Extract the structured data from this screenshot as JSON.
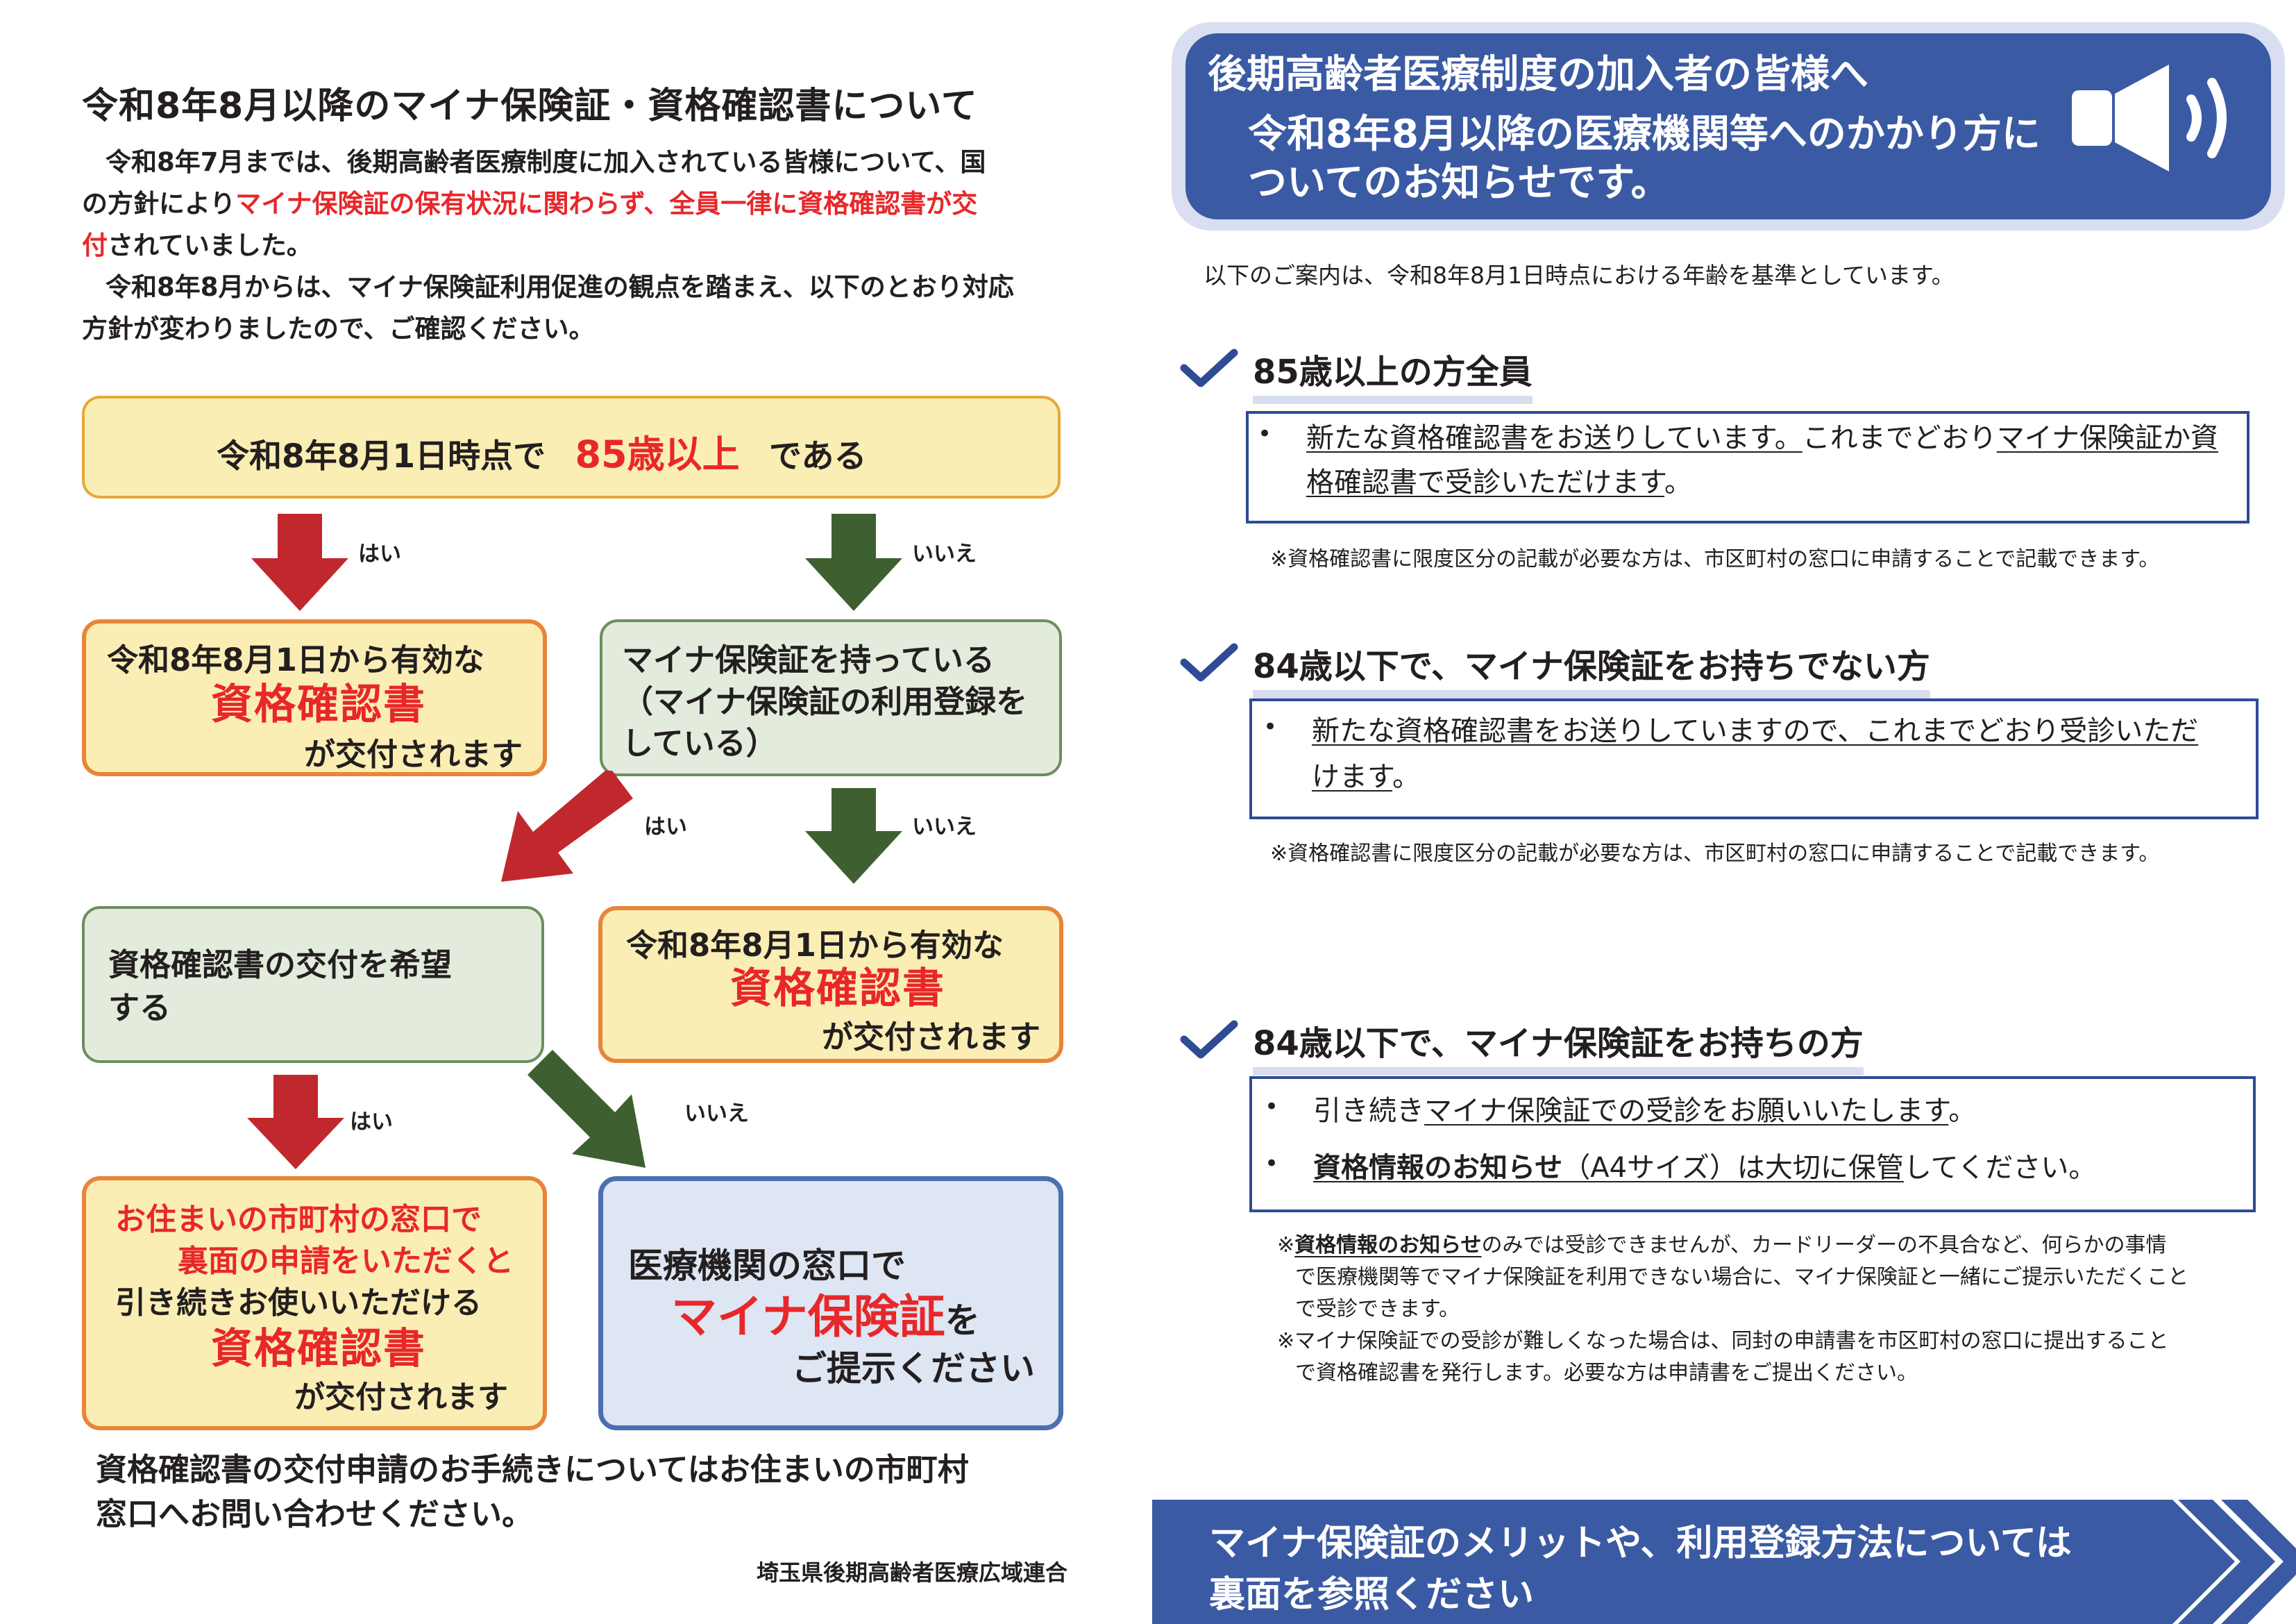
{
  "left": {
    "title": "令和8年8月以降のマイナ保険証・資格確認書について",
    "intro": {
      "p1_l1": "令和8年7月までは、後期高齢者医療制度に加入されている皆様について、国",
      "p1_l2a": "の方針により",
      "p1_l2b": "マイナ保険証の保有状況に関わらず、全員一律に資格確認書が交",
      "p1_l3a": "付",
      "p1_l3b": "されていました。",
      "p2_l1": "令和8年8月からは、マイナ保険証利用促進の観点を踏まえ、以下のとおり対応",
      "p2_l2": "方針が変わりましたので、ご確認ください。"
    },
    "flow": {
      "q1_a": "令和8年8月1日時点で",
      "q1_b": "85歳以上",
      "q1_c": "である",
      "yes": "はい",
      "no": "いいえ",
      "r1_l1": "令和8年8月1日から有効な",
      "r1_l2": "資格確認書",
      "r1_l3": "が交付されます",
      "q2_l1": "マイナ保険証を持っている",
      "q2_l2": "（マイナ保険証の利用登録を",
      "q2_l3": "している）",
      "q3_l1": "資格確認書の交付を希望",
      "q3_l2": "する",
      "r2_l1": "令和8年8月1日から有効な",
      "r2_l2": "資格確認書",
      "r2_l3": "が交付されます",
      "r3_l1": "お住まいの市町村の窓口で",
      "r3_l2": "裏面の申請をいただくと",
      "r3_l3": "引き続きお使いいただける",
      "r3_l4": "資格確認書",
      "r3_l5": "が交付されます",
      "r4_l1": "医療機関の窓口で",
      "r4_l2a": "マイナ保険証",
      "r4_l2b": "を",
      "r4_l3": "ご提示ください"
    },
    "footer_l1": "資格確認書の交付申請のお手続きについてはお住まいの市町村",
    "footer_l2": "窓口へお問い合わせください。",
    "org": "埼玉県後期高齢者医療広域連合"
  },
  "right": {
    "header": {
      "line1": "後期高齢者医療制度の加入者の皆様へ",
      "line2": "令和8年8月以降の医療機関等へのかかり方に",
      "line3": "ついてのお知らせです。",
      "icon": "speaker-icon"
    },
    "basis_note": "以下のご案内は、令和8年8月1日時点における年齢を基準としています。",
    "sec1": {
      "heading": "85歳以上の方全員",
      "b1_a": "新たな資格確認書",
      "b1_b": "をお送りしています。",
      "b1_c": "これまでどおり",
      "b1_d": "マイナ保険証か資",
      "b1_e": "格確認書",
      "b1_f": "で受診いただけます",
      "b1_g": "。",
      "note": "※資格確認書に限度区分の記載が必要な方は、市区町村の窓口に申請することで記載できます。"
    },
    "sec2": {
      "heading": "84歳以下で、マイナ保険証をお持ちでない方",
      "b1_a": "新たな資格確認書",
      "b1_b": "をお送りしていますので、これまでどおり受診いただ",
      "b1_c": "けます",
      "b1_d": "。",
      "note": "※資格確認書に限度区分の記載が必要な方は、市区町村の窓口に申請することで記載できます。"
    },
    "sec3": {
      "heading": "84歳以下で、マイナ保険証をお持ちの方",
      "b1_a": "引き続き",
      "b1_b": "マイナ保険証",
      "b1_c": "での受診をお願いいたします",
      "b1_d": "。",
      "b2_a": "資格情報のお知らせ",
      "b2_b": "（A4サイズ）は大切に保管",
      "b2_c": "してください。",
      "note1_a": "※",
      "note1_b": "資格情報のお知らせ",
      "note1_c": "のみでは受診できませんが、カードリーダーの不具合など、何らかの事情",
      "note1_l2": "で医療機関等でマイナ保険証を利用できない場合に、マイナ保険証と一緒にご提示いただくこと",
      "note1_l3": "で受診できます。",
      "note2_l1": "※マイナ保険証での受診が難しくなった場合は、同封の申請書を市区町村の窓口に提出すること",
      "note2_l2": "で資格確認書を発行します。必要な方は申請書をご提出ください。"
    },
    "banner": {
      "line1": "マイナ保険証のメリットや、利用登録方法については",
      "line2": "裏面を参照ください"
    }
  },
  "colors": {
    "red": "#e8272a",
    "navy": "#3b5aa4",
    "yellow_box": "#fbeeb4",
    "green_box": "#e3ecdc",
    "blue_box": "#dde6f2",
    "arrow_red": "#c0282d",
    "arrow_green": "#3e6030"
  }
}
